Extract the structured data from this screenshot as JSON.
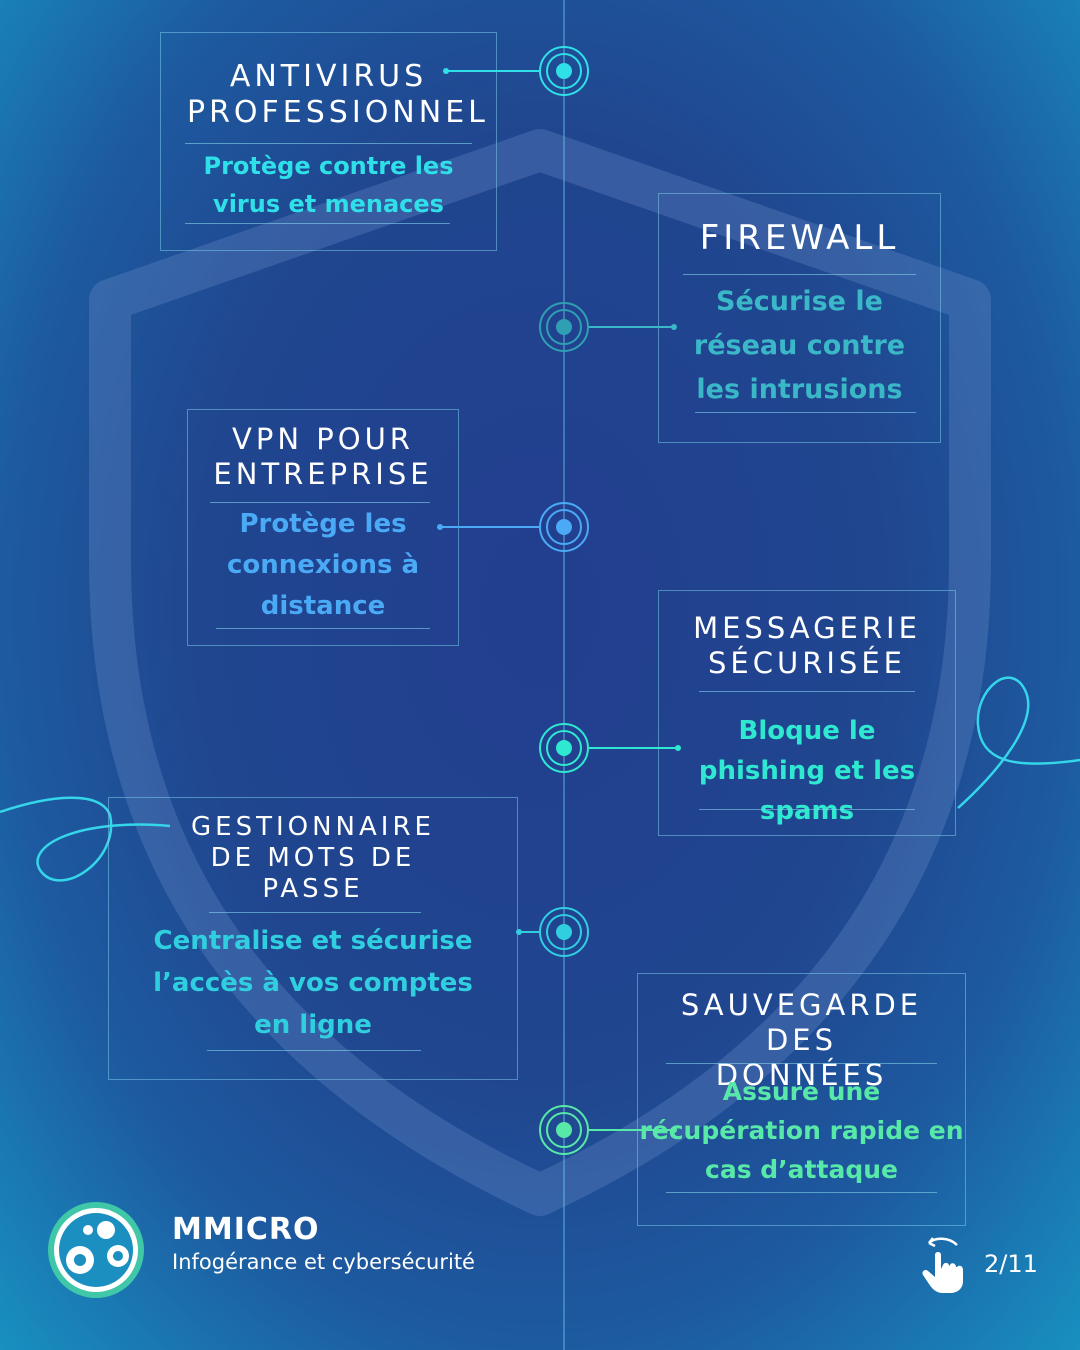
{
  "brand": {
    "name": "MMICRO",
    "tagline": "Infogérance et cybersécurité",
    "logo_icon": "mmicro-logo-icon"
  },
  "pagination": {
    "label": "2/11",
    "icon": "swipe-hand-icon"
  },
  "colors": {
    "accent_cyan": "#2fe0e8",
    "accent_teal": "#3ab8c8",
    "accent_blue": "#4aaaf5",
    "accent_aqua": "#2ee8d0",
    "accent_green": "#58e8a8"
  },
  "items": [
    {
      "title": "ANTIVIRUS PROFESSIONNEL",
      "description": "Protège contre les virus et menaces"
    },
    {
      "title": "FIREWALL",
      "description": "Sécurise le réseau contre les intrusions"
    },
    {
      "title": "VPN POUR ENTREPRISE",
      "description": "Protège les connexions à distance"
    },
    {
      "title": "MESSAGERIE SÉCURISÉE",
      "description": "Bloque le phishing et les spams"
    },
    {
      "title": "GESTIONNAIRE DE MOTS DE PASSE",
      "description": "Centralise et sécurise l’accès à vos comptes en ligne"
    },
    {
      "title": "SAUVEGARDE DES DONNÉES",
      "description": "Assure une récupération rapide en cas d’attaque"
    }
  ]
}
